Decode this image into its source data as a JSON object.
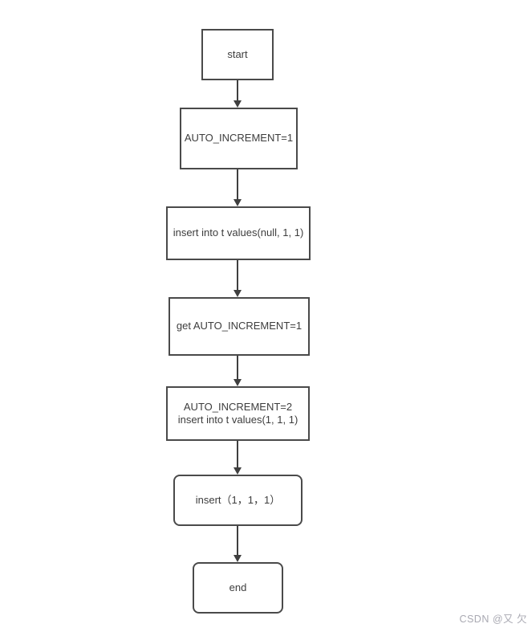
{
  "flowchart": {
    "nodes": {
      "start": "start",
      "auto_increment_1": "AUTO_INCREMENT=1",
      "insert_null": "insert into t values(null, 1, 1)",
      "get_auto_increment": "get AUTO_INCREMENT=1",
      "auto_increment_2_line1": "AUTO_INCREMENT=2",
      "auto_increment_2_line2": "insert into t values(1, 1, 1)",
      "insert_result": "insert（1，1，1）",
      "end": "end"
    },
    "colors": {
      "node_border": "#4a4a4a",
      "node_text": "#3d3d3d",
      "arrow": "#3f3f3f",
      "watermark": "#a9a9b2"
    }
  },
  "watermark": {
    "text": "CSDN @又 欠"
  }
}
